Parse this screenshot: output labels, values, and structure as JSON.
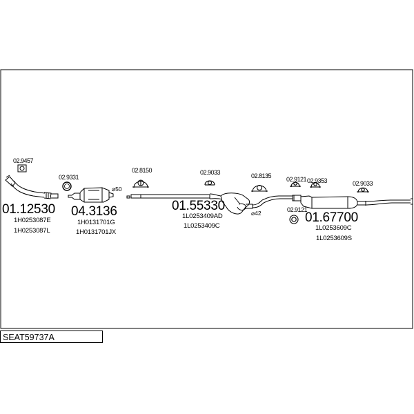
{
  "assembly_code": "SEAT59737A",
  "groups": [
    {
      "name": "front-pipe",
      "number": "01.12530",
      "parts": [
        "1H0253087E",
        "1H0253087L"
      ]
    },
    {
      "name": "catalyst",
      "number": "04.3136",
      "parts": [
        "1H0131701G",
        "1H0131701JX"
      ]
    },
    {
      "name": "middle-silencer",
      "number": "01.55330",
      "parts": [
        "1L0253409AD",
        "1L0253409C"
      ]
    },
    {
      "name": "rear-silencer",
      "number": "01.67700",
      "parts": [
        "1L0253609C",
        "1L0253609S"
      ]
    }
  ],
  "accessories": [
    {
      "name": "gasket",
      "number": "02.9457"
    },
    {
      "name": "ring",
      "number": "02.9331"
    },
    {
      "name": "clamp-1",
      "number": "02.8150"
    },
    {
      "name": "hanger-1",
      "number": "02.9033"
    },
    {
      "name": "hanger-2",
      "number": "02.8135"
    },
    {
      "name": "clamp-2",
      "number": "02.9121"
    },
    {
      "name": "clamp-3",
      "number": "02.9121"
    },
    {
      "name": "hanger-3",
      "number": "02.9353"
    },
    {
      "name": "hanger-4",
      "number": "02.9033"
    }
  ],
  "diameters": {
    "catalyst_outlet": "⌀50",
    "middle_outlet": "⌀42"
  },
  "colors": {
    "line": "#000000",
    "background": "#ffffff"
  }
}
